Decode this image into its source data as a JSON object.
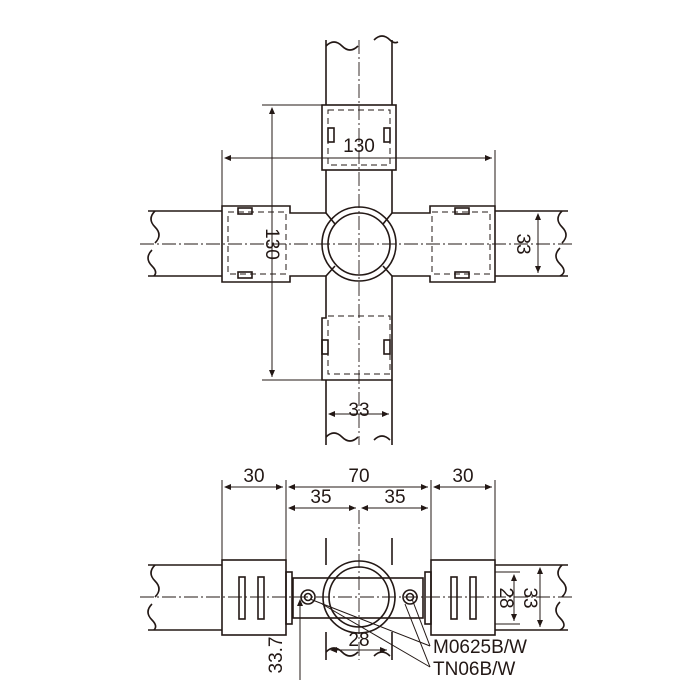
{
  "top_view": {
    "dim_width": "130",
    "dim_height": "130",
    "dim_pipe_right": "33",
    "dim_pipe_bottom": "33"
  },
  "front_view": {
    "dim_left": "30",
    "dim_center": "70",
    "dim_right": "30",
    "dim_half_left": "35",
    "dim_half_right": "35",
    "dim_inner": "28",
    "dim_outer": "33",
    "dim_bottom": "28",
    "dim_height": "33.7"
  },
  "part_labels": {
    "bolt": "M0625B/W",
    "nut": "TN06B/W"
  },
  "colors": {
    "line": "#231815",
    "background": "#ffffff"
  }
}
